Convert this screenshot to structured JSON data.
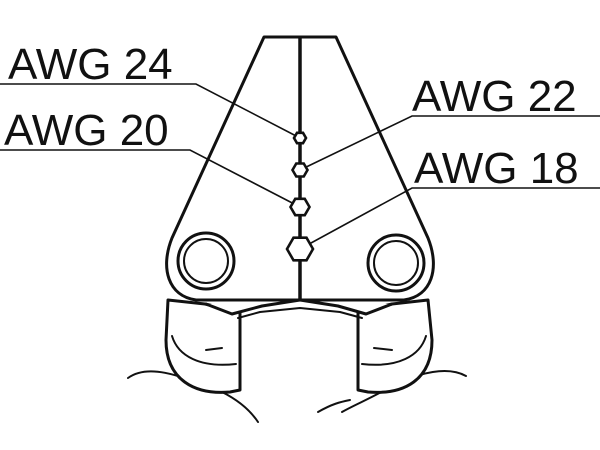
{
  "labels": {
    "awg_24": "AWG 24",
    "awg_22": "AWG 22",
    "awg_20": "AWG 20",
    "awg_18": "AWG 18"
  },
  "colors": {
    "line": "#111111",
    "background": "#ffffff"
  }
}
